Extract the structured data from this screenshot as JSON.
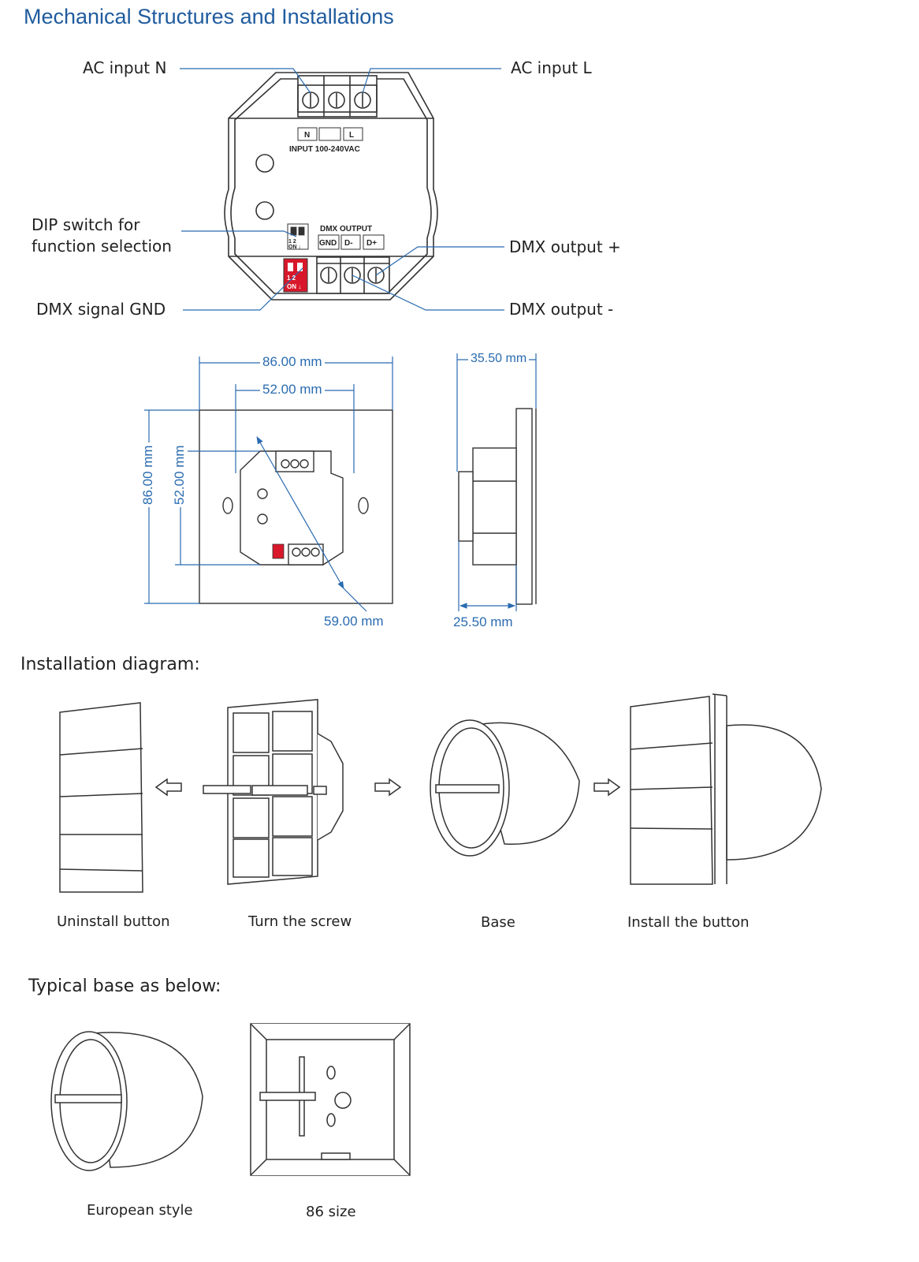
{
  "title": "Mechanical Structures and Installations",
  "device": {
    "terminal_labels": [
      "N",
      "L"
    ],
    "input_label": "INPUT  100-240VAC",
    "dmx_output_label": "DMX OUTPUT",
    "output_terminals": [
      "GND",
      "D-",
      "D+"
    ],
    "dip_numbers": "1  2",
    "dip_on": "ON ↓",
    "dip_color": "#d8182a"
  },
  "callouts": {
    "ac_input_n": "AC input N",
    "ac_input_l": "AC input  L",
    "dip_switch_line1": "DIP switch for",
    "dip_switch_line2": "function selection",
    "dmx_output_plus": "DMX output +",
    "dmx_signal_gnd": "DMX signal GND",
    "dmx_output_minus": "DMX output -"
  },
  "dimensions": {
    "outer_width": "86.00 mm",
    "inner_width": "52.00 mm",
    "outer_height": "86.00 mm",
    "inner_height": "52.00 mm",
    "diagonal": "59.00 mm",
    "side_total_depth": "35.50 mm",
    "side_body_depth": "25.50 mm"
  },
  "installation": {
    "heading": "Installation diagram:",
    "steps": [
      "Uninstall button",
      "Turn the screw",
      "Base",
      "Install the button"
    ]
  },
  "typical_base": {
    "heading": "Typical base as below:",
    "items": [
      "European style",
      "86 size"
    ]
  },
  "colors": {
    "accent": "#1f5b9e",
    "dimension": "#2a6bb0",
    "line": "#333333"
  }
}
